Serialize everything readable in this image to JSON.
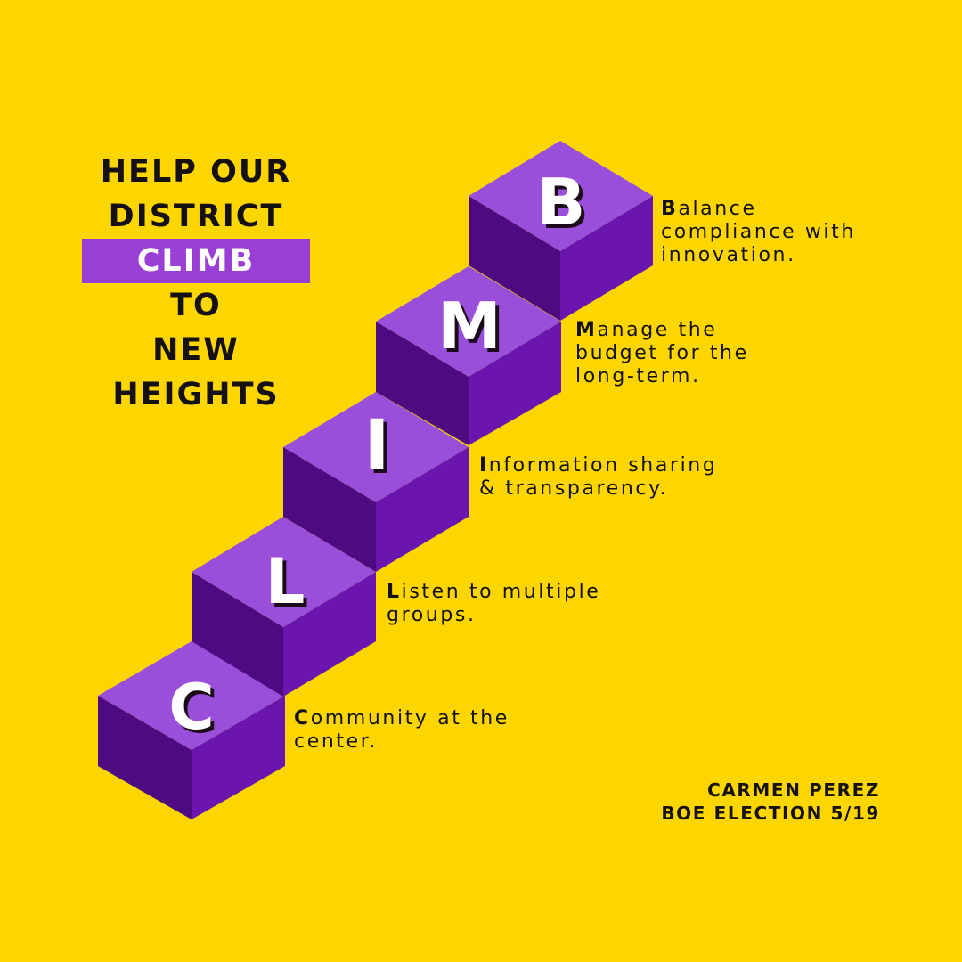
{
  "colors": {
    "background": "#FDD600",
    "cube_top": "#9A4FDB",
    "cube_left": "#4E0A80",
    "cube_right": "#6A16AE",
    "highlight": "#9A3FD6",
    "text": "#141014"
  },
  "headline": {
    "line1": "HELP OUR",
    "line2": "DISTRICT",
    "highlight": "CLIMB",
    "line4": "TO",
    "line5": "NEW",
    "line6": "HEIGHTS"
  },
  "steps": [
    {
      "letter": "C",
      "initial": "C",
      "line1_rest": "ommunity at the",
      "line2": "center."
    },
    {
      "letter": "L",
      "initial": "L",
      "line1_rest": "isten to multiple",
      "line2": "groups."
    },
    {
      "letter": "I",
      "initial": "I",
      "line1_rest": "nformation sharing",
      "line2": "& transparency."
    },
    {
      "letter": "M",
      "initial": "M",
      "line1_rest": "anage the",
      "line2": "budget for the",
      "line3": "long-term."
    },
    {
      "letter": "B",
      "initial": "B",
      "line1_rest": "alance",
      "line2": "compliance with",
      "line3": "innovation."
    }
  ],
  "footer": {
    "name": "CARMEN PEREZ",
    "election": "BOE ELECTION 5/19"
  }
}
